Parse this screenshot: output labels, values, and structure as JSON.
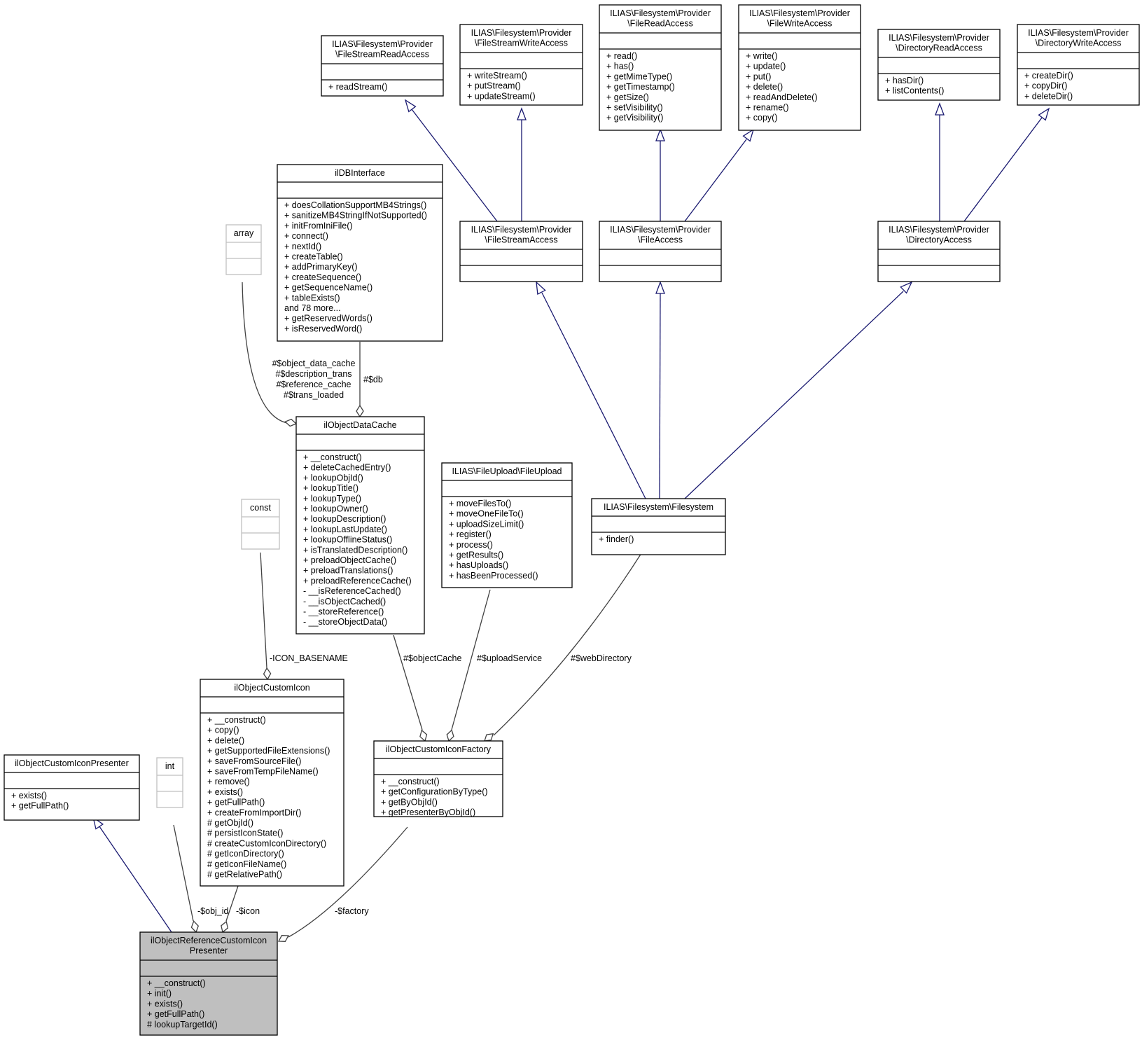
{
  "diagram": {
    "classes": [
      {
        "id": "presenter_iface",
        "title": [
          "ilObjectCustomIconPresenter"
        ],
        "attributes": [],
        "methods": [
          "+ exists()",
          "+ getFullPath()"
        ]
      },
      {
        "id": "int",
        "title": [
          "int"
        ],
        "attributes": [],
        "methods": [],
        "primitive": true
      },
      {
        "id": "custom_icon",
        "title": [
          "ilObjectCustomIcon"
        ],
        "attributes": [],
        "methods": [
          "+ __construct()",
          "+ copy()",
          "+ delete()",
          "+ getSupportedFileExtensions()",
          "+ saveFromSourceFile()",
          "+ saveFromTempFileName()",
          "+ remove()",
          "+ exists()",
          "+ getFullPath()",
          "+ createFromImportDir()",
          "# getObjId()",
          "# persistIconState()",
          "# createCustomIconDirectory()",
          "# getIconDirectory()",
          "# getIconFileName()",
          "# getRelativePath()"
        ]
      },
      {
        "id": "const",
        "title": [
          "const"
        ],
        "attributes": [],
        "methods": [],
        "primitive": true
      },
      {
        "id": "factory",
        "title": [
          "ilObjectCustomIconFactory"
        ],
        "attributes": [],
        "methods": [
          "+ __construct()",
          "+ getConfigurationByType()",
          "+ getByObjId()",
          "+ getPresenterByObjId()"
        ]
      },
      {
        "id": "ref_presenter",
        "title": [
          "ilObjectReferenceCustomIcon",
          "Presenter"
        ],
        "attributes": [],
        "methods": [
          "+ __construct()",
          "+ init()",
          "+ exists()",
          "+ getFullPath()",
          "# lookupTargetId()"
        ],
        "highlight": true
      },
      {
        "id": "array",
        "title": [
          "array"
        ],
        "attributes": [],
        "methods": [],
        "primitive": true
      },
      {
        "id": "db_iface",
        "title": [
          "ilDBInterface"
        ],
        "attributes": [],
        "methods": [
          "+ doesCollationSupportMB4Strings()",
          "+ sanitizeMB4StringIfNotSupported()",
          "+ initFromIniFile()",
          "+ connect()",
          "+ nextId()",
          "+ createTable()",
          "+ addPrimaryKey()",
          "+ createSequence()",
          "+ getSequenceName()",
          "+ tableExists()",
          "and 78 more...",
          "+ getReservedWords()",
          "+ isReservedWord()"
        ]
      },
      {
        "id": "data_cache",
        "title": [
          "ilObjectDataCache"
        ],
        "attributes": [],
        "methods": [
          "+ __construct()",
          "+ deleteCachedEntry()",
          "+ lookupObjId()",
          "+ lookupTitle()",
          "+ lookupType()",
          "+ lookupOwner()",
          "+ lookupDescription()",
          "+ lookupLastUpdate()",
          "+ lookupOfflineStatus()",
          "+ isTranslatedDescription()",
          "+ preloadObjectCache()",
          "+ preloadTranslations()",
          "+ preloadReferenceCache()",
          "- __isReferenceCached()",
          "- __isObjectCached()",
          "- __storeReference()",
          "- __storeObjectData()"
        ]
      },
      {
        "id": "file_upload",
        "title": [
          "ILIAS\\FileUpload\\FileUpload"
        ],
        "attributes": [],
        "methods": [
          "+ moveFilesTo()",
          "+ moveOneFileTo()",
          "+ uploadSizeLimit()",
          "+ register()",
          "+ process()",
          "+ getResults()",
          "+ hasUploads()",
          "+ hasBeenProcessed()"
        ]
      },
      {
        "id": "filesystem",
        "title": [
          "ILIAS\\Filesystem\\Filesystem"
        ],
        "attributes": [],
        "methods": [
          "+ finder()"
        ]
      },
      {
        "id": "file_stream_access",
        "title": [
          "ILIAS\\Filesystem\\Provider",
          "\\FileStreamAccess"
        ],
        "attributes": [],
        "methods": []
      },
      {
        "id": "file_access",
        "title": [
          "ILIAS\\Filesystem\\Provider",
          "\\FileAccess"
        ],
        "attributes": [],
        "methods": []
      },
      {
        "id": "directory_access",
        "title": [
          "ILIAS\\Filesystem\\Provider",
          "\\DirectoryAccess"
        ],
        "attributes": [],
        "methods": []
      },
      {
        "id": "file_stream_read",
        "title": [
          "ILIAS\\Filesystem\\Provider",
          "\\FileStreamReadAccess"
        ],
        "attributes": [],
        "methods": [
          "+ readStream()"
        ]
      },
      {
        "id": "file_stream_write",
        "title": [
          "ILIAS\\Filesystem\\Provider",
          "\\FileStreamWriteAccess"
        ],
        "attributes": [],
        "methods": [
          "+ writeStream()",
          "+ putStream()",
          "+ updateStream()"
        ]
      },
      {
        "id": "file_read",
        "title": [
          "ILIAS\\Filesystem\\Provider",
          "\\FileReadAccess"
        ],
        "attributes": [],
        "methods": [
          "+ read()",
          "+ has()",
          "+ getMimeType()",
          "+ getTimestamp()",
          "+ getSize()",
          "+ setVisibility()",
          "+ getVisibility()"
        ]
      },
      {
        "id": "file_write",
        "title": [
          "ILIAS\\Filesystem\\Provider",
          "\\FileWriteAccess"
        ],
        "attributes": [],
        "methods": [
          "+ write()",
          "+ update()",
          "+ put()",
          "+ delete()",
          "+ readAndDelete()",
          "+ rename()",
          "+ copy()"
        ]
      },
      {
        "id": "directory_read",
        "title": [
          "ILIAS\\Filesystem\\Provider",
          "\\DirectoryReadAccess"
        ],
        "attributes": [],
        "methods": [
          "+ hasDir()",
          "+ listContents()"
        ]
      },
      {
        "id": "directory_write",
        "title": [
          "ILIAS\\Filesystem\\Provider",
          "\\DirectoryWriteAccess"
        ],
        "attributes": [],
        "methods": [
          "+ createDir()",
          "+ copyDir()",
          "+ deleteDir()"
        ]
      }
    ],
    "edges": [
      {
        "from": "ref_presenter",
        "to": "presenter_iface",
        "kind": "inheritance",
        "labels": []
      },
      {
        "from": "ref_presenter",
        "to": "int",
        "kind": "association",
        "labels": [
          "-$obj_id"
        ]
      },
      {
        "from": "ref_presenter",
        "to": "custom_icon",
        "kind": "association",
        "labels": [
          "-$icon"
        ]
      },
      {
        "from": "ref_presenter",
        "to": "factory",
        "kind": "association",
        "labels": [
          "-$factory"
        ]
      },
      {
        "from": "custom_icon",
        "to": "const",
        "kind": "association",
        "labels": [
          "-ICON_BASENAME"
        ]
      },
      {
        "from": "factory",
        "to": "data_cache",
        "kind": "association",
        "labels": [
          "#$objectCache"
        ]
      },
      {
        "from": "factory",
        "to": "file_upload",
        "kind": "association",
        "labels": [
          "#$uploadService"
        ]
      },
      {
        "from": "factory",
        "to": "filesystem",
        "kind": "association",
        "labels": [
          "#$webDirectory"
        ]
      },
      {
        "from": "data_cache",
        "to": "array",
        "kind": "association",
        "labels": [
          "#$object_data_cache",
          "#$description_trans",
          "#$reference_cache",
          "#$trans_loaded"
        ]
      },
      {
        "from": "data_cache",
        "to": "db_iface",
        "kind": "association",
        "labels": [
          "#$db"
        ]
      },
      {
        "from": "filesystem",
        "to": "file_stream_access",
        "kind": "inheritance",
        "labels": []
      },
      {
        "from": "filesystem",
        "to": "file_access",
        "kind": "inheritance",
        "labels": []
      },
      {
        "from": "filesystem",
        "to": "directory_access",
        "kind": "inheritance",
        "labels": []
      },
      {
        "from": "file_stream_access",
        "to": "file_stream_read",
        "kind": "inheritance",
        "labels": []
      },
      {
        "from": "file_stream_access",
        "to": "file_stream_write",
        "kind": "inheritance",
        "labels": []
      },
      {
        "from": "file_access",
        "to": "file_read",
        "kind": "inheritance",
        "labels": []
      },
      {
        "from": "file_access",
        "to": "file_write",
        "kind": "inheritance",
        "labels": []
      },
      {
        "from": "directory_access",
        "to": "directory_read",
        "kind": "inheritance",
        "labels": []
      },
      {
        "from": "directory_access",
        "to": "directory_write",
        "kind": "inheritance",
        "labels": []
      }
    ]
  }
}
